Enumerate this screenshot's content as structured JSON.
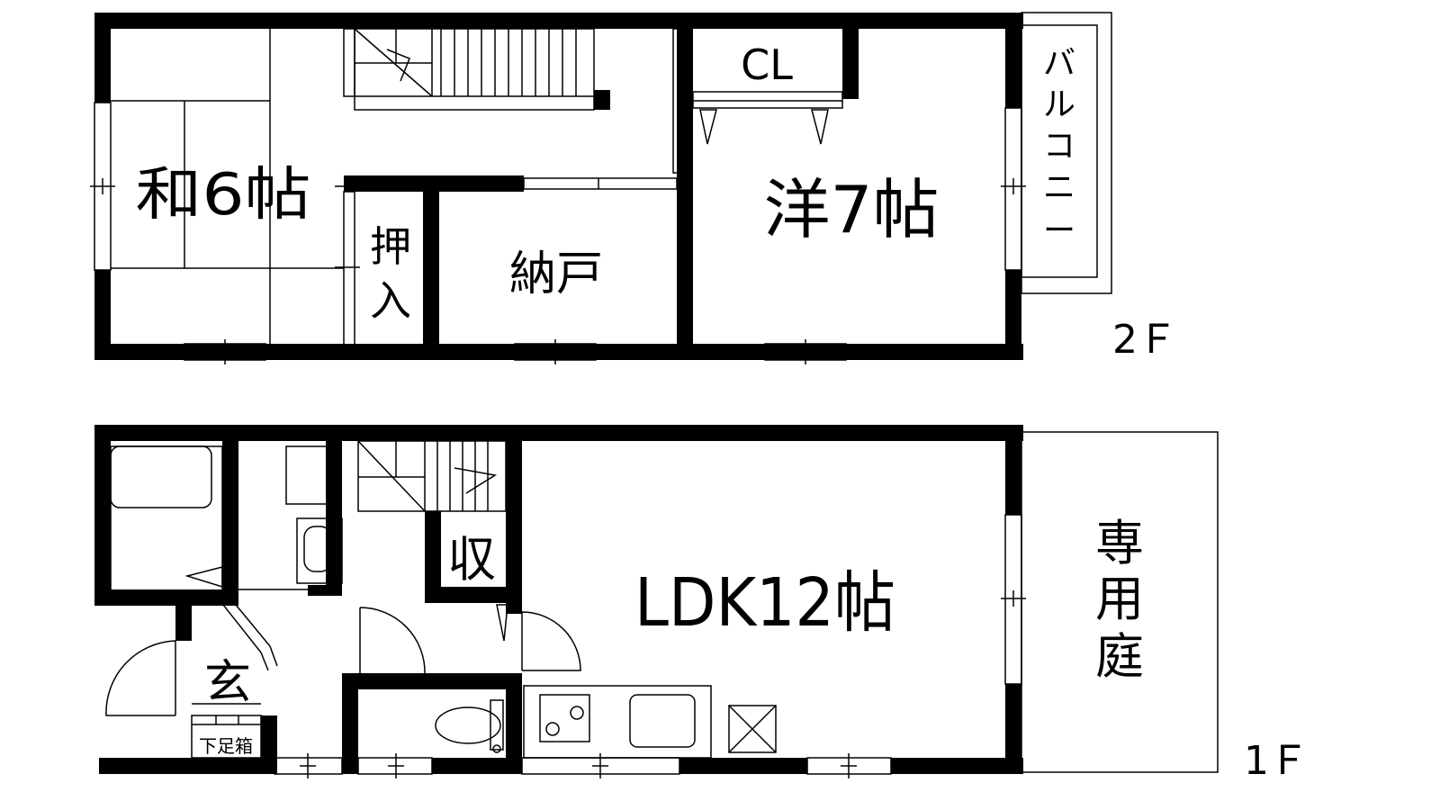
{
  "floors": {
    "upper": {
      "floor_label": "2Ｆ",
      "rooms": {
        "washitsu": "和6帖",
        "youshitsu": "洋7帖",
        "closet": "CL",
        "oshiire_top": "押",
        "oshiire_bottom": "入",
        "nando": "納戸",
        "balcony": [
          "バ",
          "ル",
          "コ",
          "ニ",
          "ー"
        ]
      }
    },
    "lower": {
      "floor_label": "1Ｆ",
      "rooms": {
        "ldk": "LDK12帖",
        "storage": "収",
        "entrance": "玄",
        "shoe_box": "下足箱",
        "garden": [
          "専",
          "用",
          "庭"
        ]
      }
    }
  },
  "colors": {
    "wall": "#000000",
    "background": "#ffffff"
  }
}
